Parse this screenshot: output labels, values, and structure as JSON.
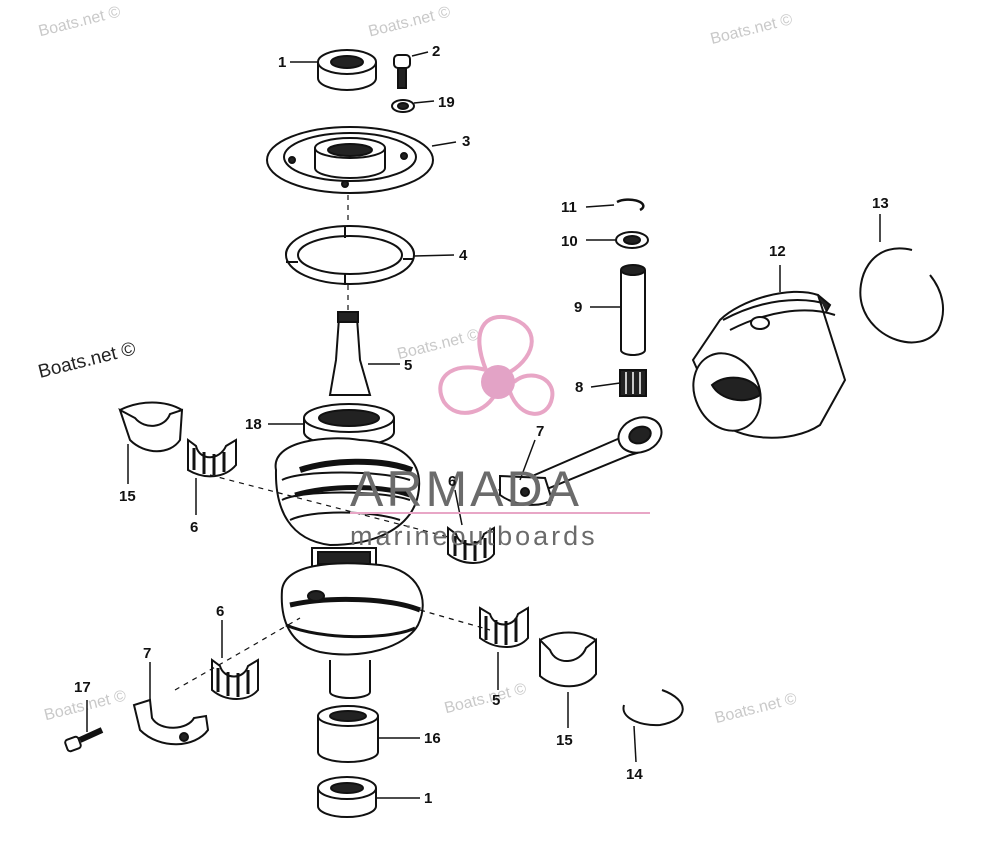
{
  "watermark": {
    "text": "Boats.net ©",
    "primary_text": "Boats.net ©"
  },
  "brand": {
    "name": "ARMADA",
    "tagline": "marineoutboards",
    "logo": "propeller-logo",
    "accent_color": "#e8a6c6",
    "hub_color": "#e3a3c6"
  },
  "callouts": {
    "c1_top": "1",
    "c2": "2",
    "c19": "19",
    "c3": "3",
    "c4": "4",
    "c11": "11",
    "c10": "10",
    "c13": "13",
    "c12": "12",
    "c9": "9",
    "c5_top": "5",
    "c8": "8",
    "c18": "18",
    "c7_rod": "7",
    "c15_left": "15",
    "c6_left": "6",
    "c6_center": "6",
    "c6_lower": "6",
    "c7_cap": "7",
    "c17": "17",
    "c5_lower": "5",
    "c15_right": "15",
    "c16": "16",
    "c1_bottom": "1",
    "c14": "14"
  },
  "colors": {
    "line": "#111111",
    "shade": "#222222",
    "watermark": "#c9c9c9"
  }
}
